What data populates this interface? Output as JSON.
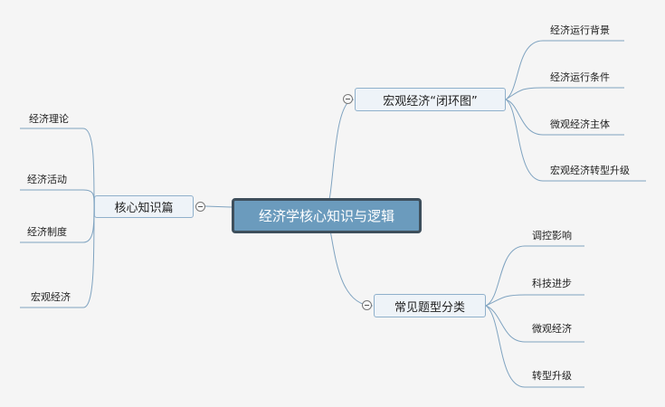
{
  "root": {
    "label": "经济学核心知识与逻辑"
  },
  "left_branch": {
    "label": "核心知识篇",
    "children": [
      "经济理论",
      "经济活动",
      "经济制度",
      "宏观经济"
    ]
  },
  "right_top_branch": {
    "label": "宏观经济“闭环图”",
    "children": [
      "经济运行背景",
      "经济运行条件",
      "微观经济主体",
      "宏观经济转型升级"
    ]
  },
  "right_bottom_branch": {
    "label": "常见题型分类",
    "children": [
      "调控影响",
      "科技进步",
      "微观经济",
      "转型升级"
    ]
  },
  "colors": {
    "background": "#f5f5f5",
    "root_fill": "#6b9bbd",
    "root_border": "#3e4f5c",
    "branch_fill": "#eef3f8",
    "branch_border": "#8fb0cb",
    "connector": "#7fa3c0"
  }
}
